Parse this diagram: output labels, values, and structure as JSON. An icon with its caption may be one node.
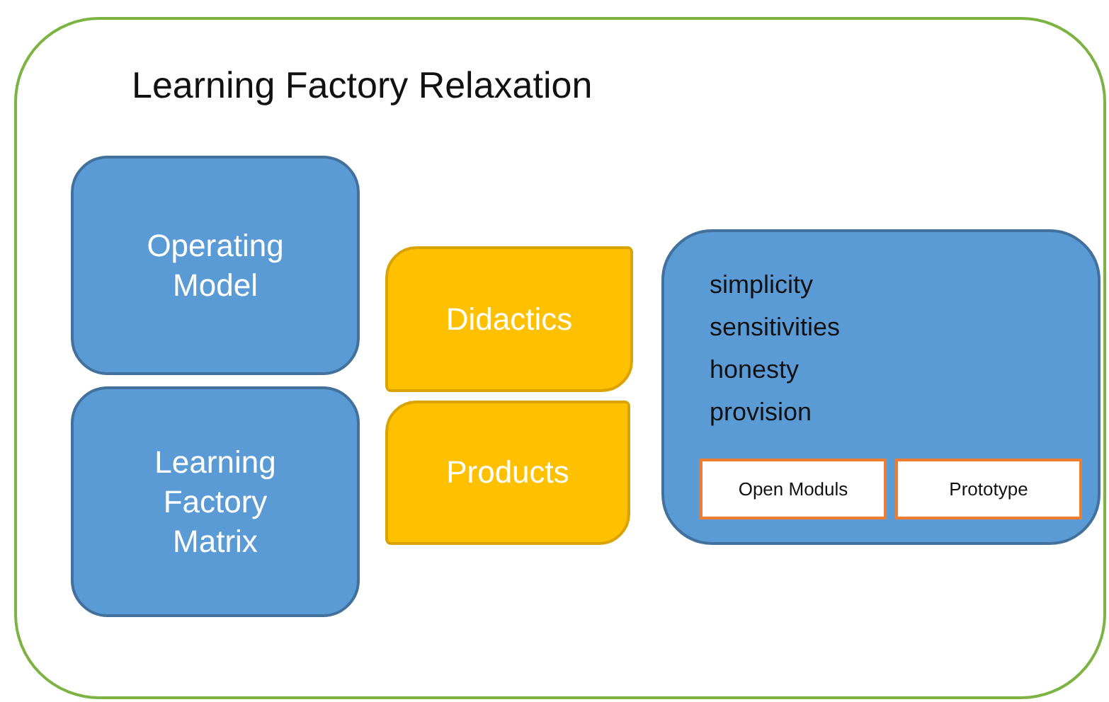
{
  "diagram": {
    "nodes": [
      {
        "text": [
          "Learning Factory Relaxation"
        ]
      },
      {
        "text": [
          "Operating Model"
        ],
        "in": 0
      },
      {
        "text": [
          "Learning Factory Matrix"
        ],
        "in": 0
      },
      {
        "text": [
          "Didactics"
        ],
        "in": 0
      },
      {
        "text": [
          "Products"
        ],
        "in": 0
      },
      {
        "text": [
          "simplicity",
          "sensitivities",
          "honesty",
          "provision"
        ],
        "in": 0
      },
      {
        "text": [
          "Open Moduls"
        ],
        "in": 5
      },
      {
        "text": [
          "Prototype"
        ],
        "in": 5
      }
    ],
    "edges": []
  }
}
